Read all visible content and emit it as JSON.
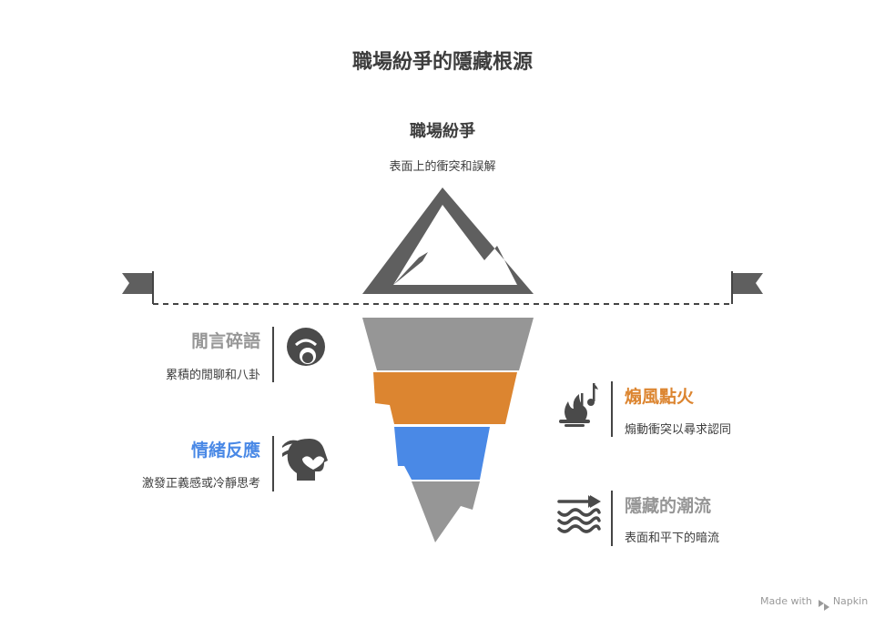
{
  "title": "職場紛爭的隱藏根源",
  "top": {
    "heading": "職場紛爭",
    "desc": "表面上的衝突和誤解"
  },
  "layers": [
    {
      "name": "gossip",
      "title": "閒言碎語",
      "desc": "累積的閒聊和八卦",
      "side": "left",
      "color": "#969696",
      "icon": "face-icon"
    },
    {
      "name": "fanning",
      "title": "煽風點火",
      "desc": "煽動衝突以尋求認同",
      "side": "right",
      "color": "#dc8530",
      "icon": "fire-music-icon"
    },
    {
      "name": "emotion",
      "title": "情緒反應",
      "desc": "激發正義感或冷靜思考",
      "side": "left",
      "color": "#4a89e6",
      "icon": "heart-head-icon"
    },
    {
      "name": "undercurrent",
      "title": "隱藏的潮流",
      "desc": "表面和平下的暗流",
      "side": "right",
      "color": "#969696",
      "icon": "waves-arrow-icon"
    }
  ],
  "colors": {
    "text": "#3d3d3d",
    "iceberg_outline": "#5f5f5f",
    "flag": "#5f5f5f"
  },
  "footer": {
    "made_with": "Made with",
    "brand": "Napkin"
  }
}
